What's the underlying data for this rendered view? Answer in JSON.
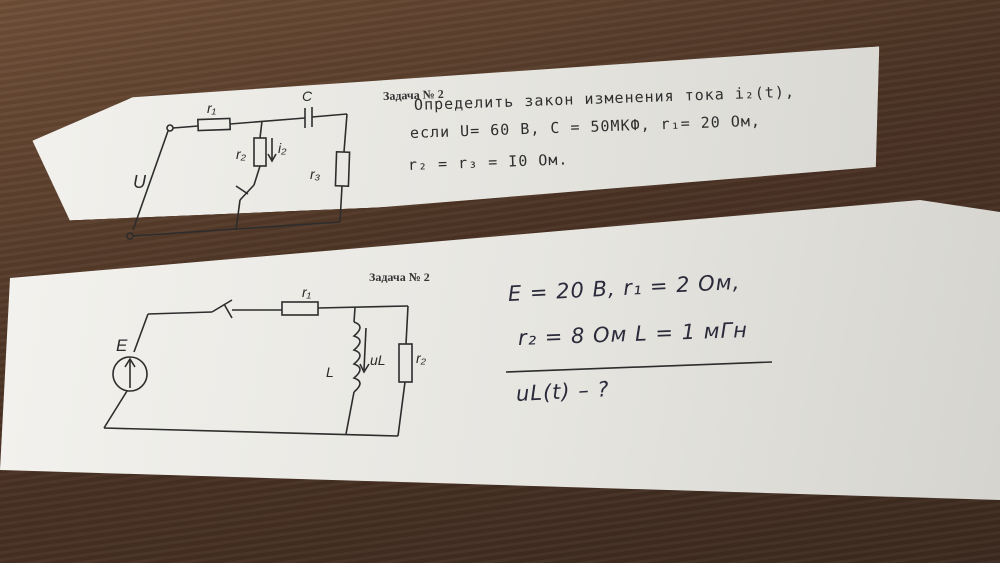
{
  "problem1": {
    "heading": "Задача № 2",
    "line1": "Определить закон изменения тока i₂(t),",
    "line2": "если U= 60 В, С = 50МКФ, r₁= 20 Ом,",
    "line3": "r₂ = r₃ = I0 Ом.",
    "labels": {
      "r1": "r₁",
      "c": "C",
      "r2": "r₂",
      "i2": "i₂",
      "r3": "r₃",
      "u": "U"
    }
  },
  "problem2": {
    "heading": "Задача № 2",
    "line1": "E = 20 B, r₁ = 2 Ом,",
    "line2": "r₂ = 8 Ом   L = 1 мГн",
    "question": "uL(t) – ?",
    "labels": {
      "r1": "r₁",
      "e": "E",
      "l": "L",
      "ul": "uL",
      "r2": "r₂"
    }
  }
}
